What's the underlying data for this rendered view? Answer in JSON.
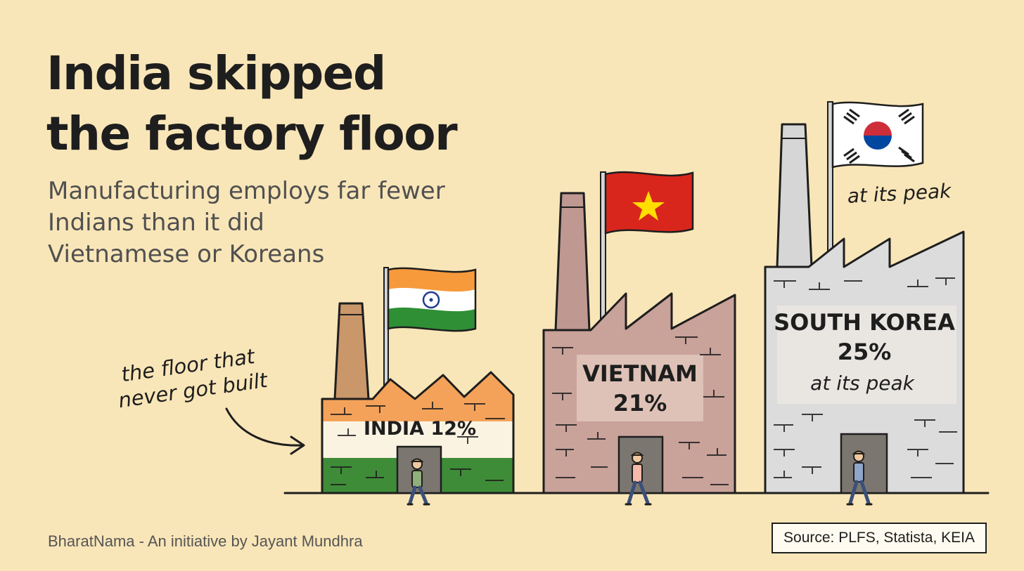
{
  "title": [
    "India skipped",
    "the factory floor"
  ],
  "subtitle": [
    "Manufacturing employs far fewer",
    "Indians than it did",
    "Vietnamese or Koreans"
  ],
  "annotation": [
    "the floor that",
    "never got built"
  ],
  "peak_note": "at its peak",
  "credit": "BharatNama - An initiative by Jayant Mundhra",
  "source": "Source: PLFS, Statista, KEIA",
  "chart_data": {
    "type": "bar",
    "categories": [
      "INDIA",
      "VIETNAM",
      "SOUTH KOREA"
    ],
    "values": [
      12,
      21,
      25
    ],
    "data_labels": [
      "INDIA 12%",
      "VIETNAM 21%",
      "SOUTH KOREA 25% at its peak"
    ],
    "label_parts": [
      [
        "INDIA 12%"
      ],
      [
        "VIETNAM",
        "21%"
      ],
      [
        "SOUTH KOREA",
        "25%",
        "at its peak"
      ]
    ],
    "unit": "%",
    "colors": {
      "india_saffron": "#f4a259",
      "india_white": "#fbf3e2",
      "india_green": "#3e8c38",
      "vietnam": "#c9a29a",
      "korea": "#dcdcdc",
      "background": "#f9e6b8"
    },
    "flags": [
      "india-flag",
      "vietnam-flag",
      "south-korea-flag"
    ]
  }
}
